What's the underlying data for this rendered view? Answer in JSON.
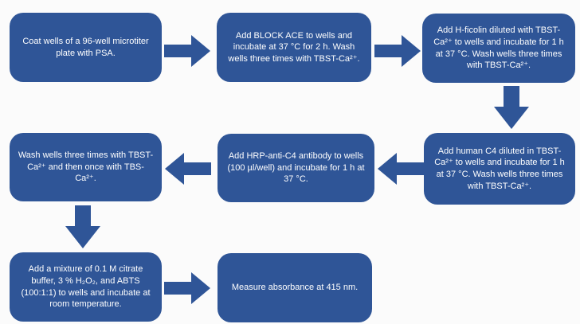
{
  "colors": {
    "shape": "#2F5597",
    "text": "#FFFFFF",
    "background": "#FBFBFB"
  },
  "steps": [
    {
      "id": 1,
      "text": "Coat wells of a 96-well microtiter plate with PSA."
    },
    {
      "id": 2,
      "text": "Add BLOCK ACE to wells and incubate at 37 °C for 2 h. Wash wells three times with TBST-Ca²⁺."
    },
    {
      "id": 3,
      "text": "Add H-ficolin diluted with TBST-Ca²⁺ to wells and incubate for 1 h at 37 °C. Wash wells three times with TBST-Ca²⁺."
    },
    {
      "id": 4,
      "text": "Add human C4 diluted in TBST-Ca²⁺ to wells and incubate for 1 h at 37 °C. Wash wells three times with TBST-Ca²⁺."
    },
    {
      "id": 5,
      "text": "Add HRP-anti-C4 antibody to wells (100 µl/well) and incubate for 1 h at 37 °C."
    },
    {
      "id": 6,
      "text": "Wash wells three times with TBST-Ca²⁺ and then once with TBS-Ca²⁺."
    },
    {
      "id": 7,
      "text": "Add a mixture of 0.1 M citrate buffer, 3 % H₂O₂, and ABTS (100:1:1) to wells and incubate at room temperature."
    },
    {
      "id": 8,
      "text": "Measure absorbance at 415 nm."
    }
  ],
  "arrows": [
    {
      "from": 1,
      "to": 2,
      "direction": "right"
    },
    {
      "from": 2,
      "to": 3,
      "direction": "right"
    },
    {
      "from": 3,
      "to": 4,
      "direction": "down"
    },
    {
      "from": 4,
      "to": 5,
      "direction": "left"
    },
    {
      "from": 5,
      "to": 6,
      "direction": "left"
    },
    {
      "from": 6,
      "to": 7,
      "direction": "down"
    },
    {
      "from": 7,
      "to": 8,
      "direction": "right"
    }
  ]
}
